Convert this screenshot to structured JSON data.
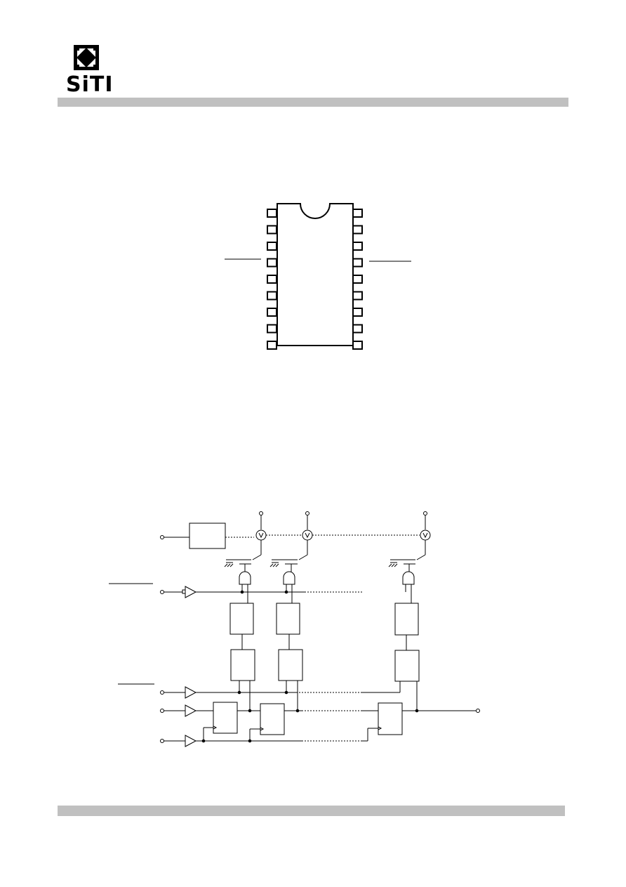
{
  "header": {
    "logo_text": "SiTI",
    "bar_color": "#c0c0c0"
  },
  "pin_diagram": {
    "pins_per_side": 9
  },
  "block_diagram": {
    "channels_shown": 3
  },
  "footer": {
    "bar_color": "#c0c0c0"
  }
}
